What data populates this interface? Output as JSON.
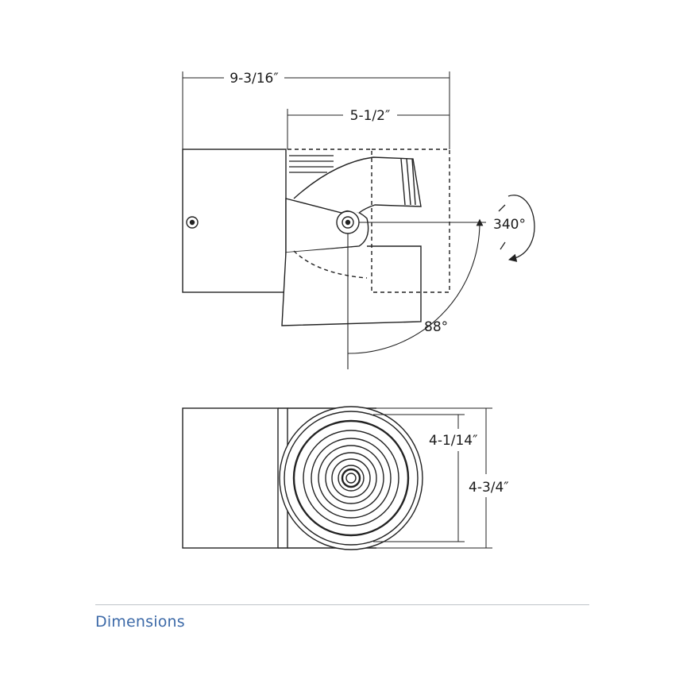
{
  "labels": {
    "overall_length": "9-3/16″",
    "head_length": "5-1/2″",
    "rotation": "340°",
    "tilt": "88°",
    "lens_diameter": "4-1/14″",
    "overall_height": "4-3/4″"
  },
  "caption": "Dimensions",
  "colors": {
    "line": "#222222",
    "caption": "#3d6aa8",
    "rule": "#bfc3c9"
  },
  "icons": {
    "rotation": "rotate-arrow-icon",
    "tilt": "tilt-arc-icon"
  }
}
